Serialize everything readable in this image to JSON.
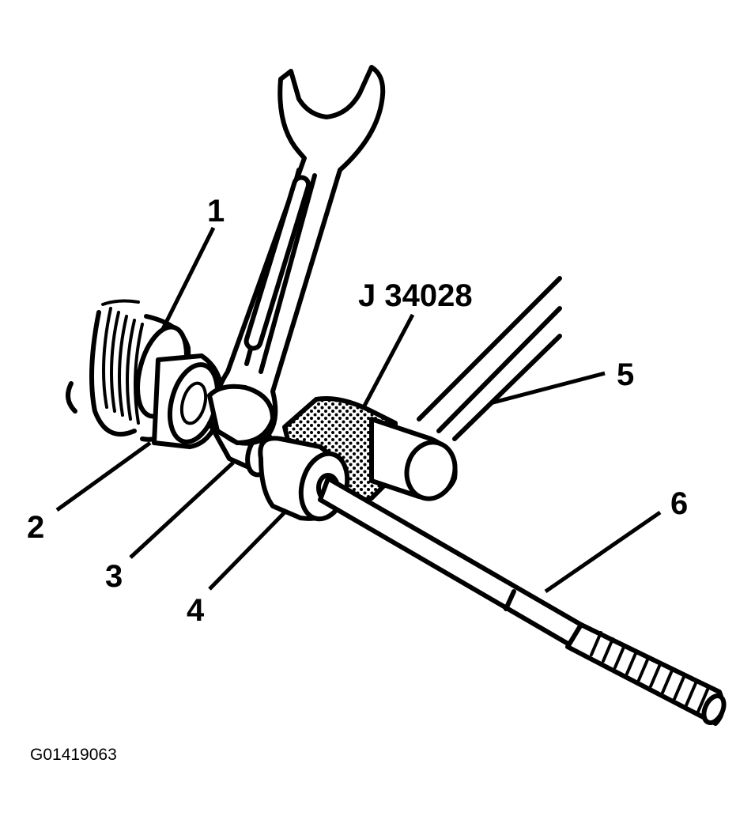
{
  "callouts": [
    {
      "id": "1",
      "label": "1"
    },
    {
      "id": "2",
      "label": "2"
    },
    {
      "id": "3",
      "label": "3"
    },
    {
      "id": "4",
      "label": "4"
    },
    {
      "id": "5",
      "label": "5"
    },
    {
      "id": "6",
      "label": "6"
    }
  ],
  "tool_label": "J 34028",
  "figure_id": "G01419063",
  "colors": {
    "ink": "#000000",
    "paper": "#ffffff"
  }
}
